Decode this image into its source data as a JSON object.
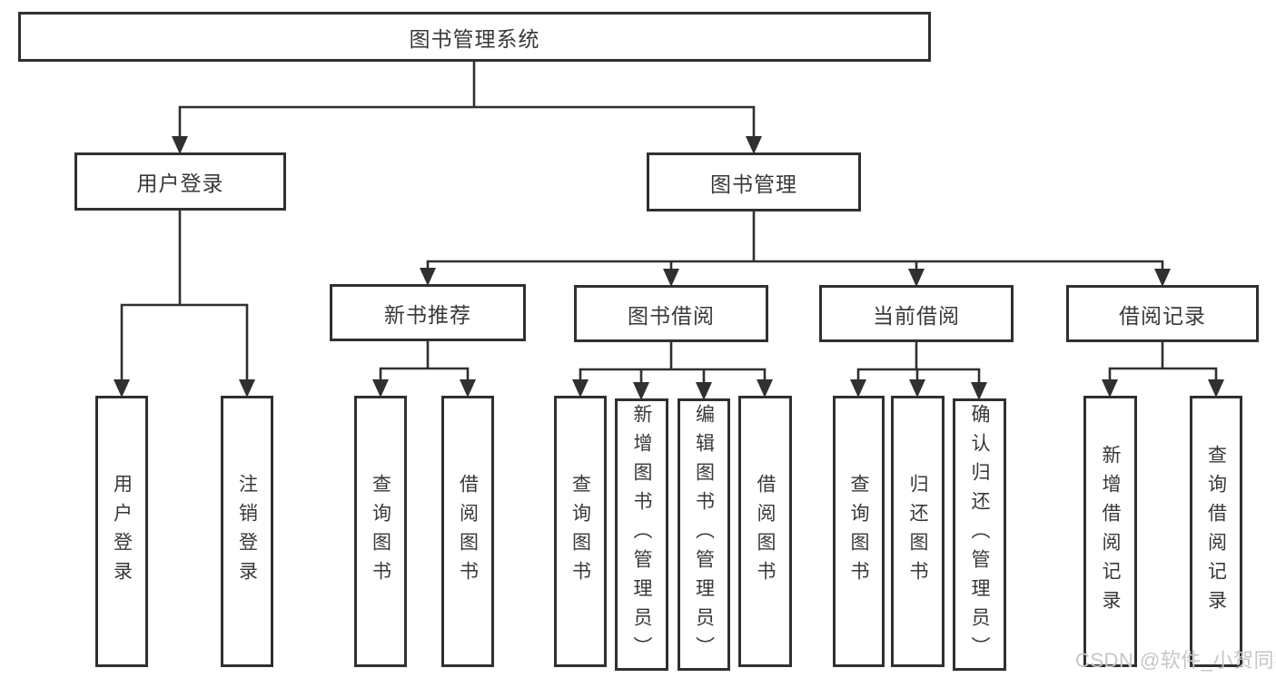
{
  "watermark": "CSDN @软件_小贺同学",
  "colors": {
    "line": "#303030",
    "text": "#383838",
    "watermark": "#c6c6c6",
    "background": "#ffffff"
  },
  "tree": {
    "label": "图书管理系统",
    "children": [
      {
        "label": "用户登录",
        "children": [
          {
            "label": "用户登录"
          },
          {
            "label": "注销登录"
          }
        ]
      },
      {
        "label": "图书管理",
        "children": [
          {
            "label": "新书推荐",
            "children": [
              {
                "label": "查询图书"
              },
              {
                "label": "借阅图书"
              }
            ]
          },
          {
            "label": "图书借阅",
            "children": [
              {
                "label": "查询图书"
              },
              {
                "label": "新增图书（管理员）"
              },
              {
                "label": "编辑图书（管理员）"
              },
              {
                "label": "借阅图书"
              }
            ]
          },
          {
            "label": "当前借阅",
            "children": [
              {
                "label": "查询图书"
              },
              {
                "label": "归还图书"
              },
              {
                "label": "确认归还（管理员）"
              }
            ]
          },
          {
            "label": "借阅记录",
            "children": [
              {
                "label": "新增借阅记录"
              },
              {
                "label": "查询借阅记录"
              }
            ]
          }
        ]
      }
    ]
  }
}
